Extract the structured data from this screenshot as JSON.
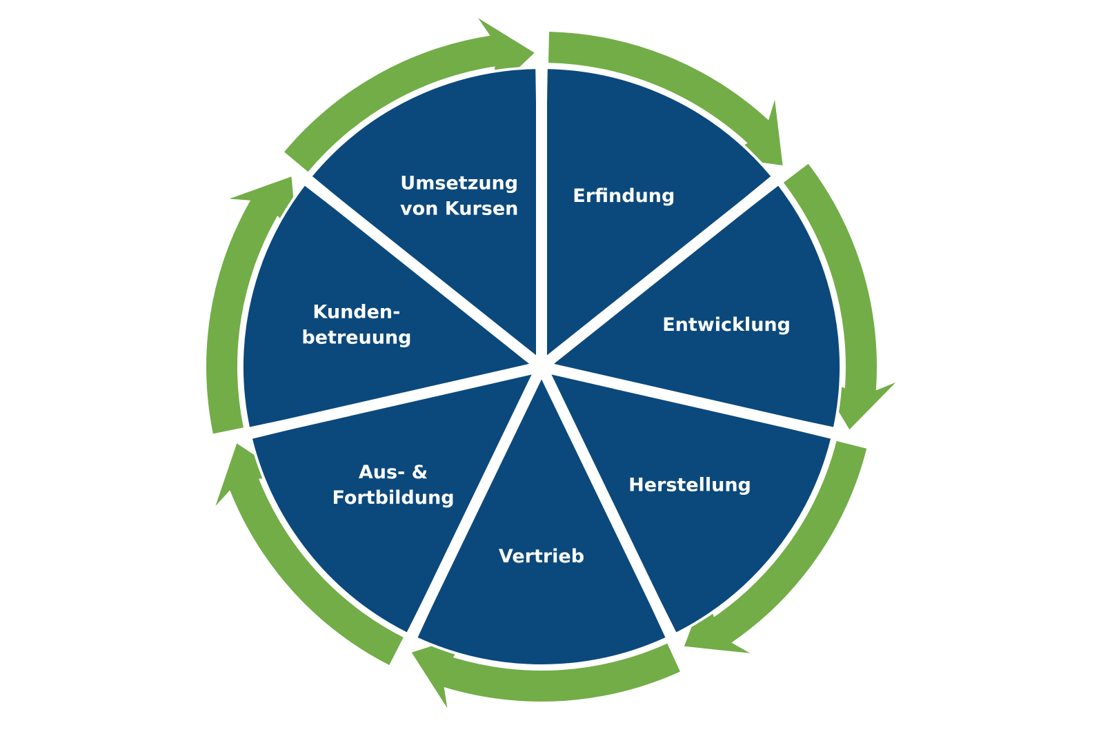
{
  "diagram": {
    "type": "cycle",
    "direction": "clockwise",
    "colors": {
      "segment": "#0b497c",
      "arrow": "#72ad47",
      "separator": "#ffffff",
      "text": "#ffffff"
    },
    "segments": [
      {
        "id": "erfindung",
        "lines": [
          "Erfindung"
        ]
      },
      {
        "id": "entwicklung",
        "lines": [
          "Entwicklung"
        ]
      },
      {
        "id": "herstellung",
        "lines": [
          "Herstellung"
        ]
      },
      {
        "id": "vertrieb",
        "lines": [
          "Vertrieb"
        ]
      },
      {
        "id": "aus-fortbildung",
        "lines": [
          "Aus- &",
          "Fortbildung"
        ]
      },
      {
        "id": "kundenbetreuung",
        "lines": [
          "Kunden-",
          "betreuung"
        ]
      },
      {
        "id": "umsetzung",
        "lines": [
          "Umsetzung",
          "von Kursen"
        ]
      }
    ]
  }
}
